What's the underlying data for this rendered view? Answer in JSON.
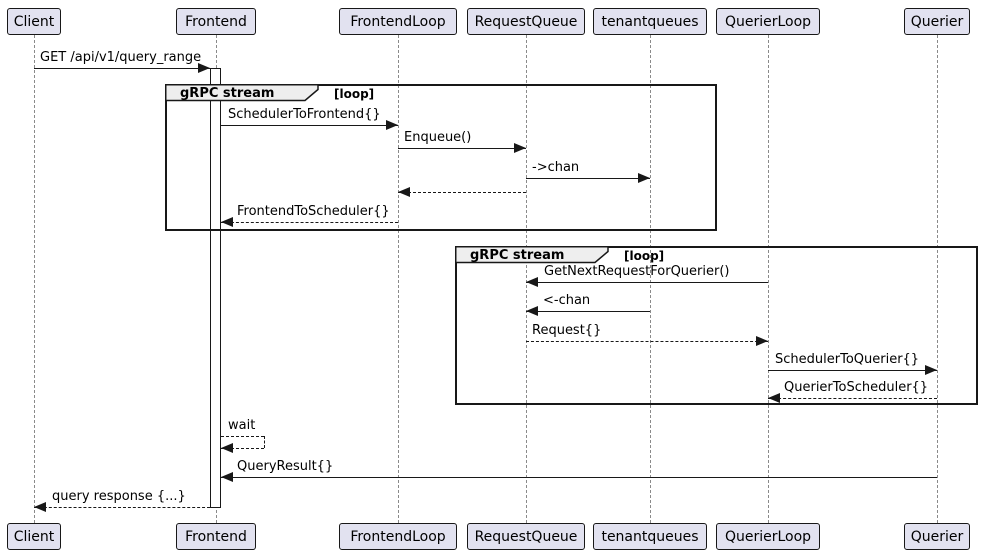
{
  "diagram": {
    "type": "sequence-diagram",
    "participants": [
      {
        "name": "Client"
      },
      {
        "name": "Frontend"
      },
      {
        "name": "FrontendLoop"
      },
      {
        "name": "RequestQueue"
      },
      {
        "name": "tenantqueues"
      },
      {
        "name": "QuerierLoop"
      },
      {
        "name": "Querier"
      }
    ],
    "fragments": [
      {
        "title": "gRPC stream",
        "tag": "[loop]"
      },
      {
        "title": "gRPC stream",
        "tag": "[loop]"
      }
    ],
    "messages": [
      {
        "label": "GET /api/v1/query_range",
        "from": "Client",
        "to": "Frontend",
        "line": "solid"
      },
      {
        "label": "SchedulerToFrontend{}",
        "from": "Frontend",
        "to": "FrontendLoop",
        "line": "solid"
      },
      {
        "label": "Enqueue()",
        "from": "FrontendLoop",
        "to": "RequestQueue",
        "line": "solid"
      },
      {
        "label": "->chan",
        "from": "RequestQueue",
        "to": "tenantqueues",
        "line": "solid"
      },
      {
        "label": "",
        "from": "RequestQueue",
        "to": "FrontendLoop",
        "line": "dashed"
      },
      {
        "label": "FrontendToScheduler{}",
        "from": "FrontendLoop",
        "to": "Frontend",
        "line": "dashed"
      },
      {
        "label": "GetNextRequestForQuerier()",
        "from": "QuerierLoop",
        "to": "RequestQueue",
        "line": "solid"
      },
      {
        "label": "<-chan",
        "from": "tenantqueues",
        "to": "RequestQueue",
        "line": "solid"
      },
      {
        "label": "Request{}",
        "from": "RequestQueue",
        "to": "QuerierLoop",
        "line": "dashed"
      },
      {
        "label": "SchedulerToQuerier{}",
        "from": "QuerierLoop",
        "to": "Querier",
        "line": "solid"
      },
      {
        "label": "QuerierToScheduler{}",
        "from": "Querier",
        "to": "QuerierLoop",
        "line": "dashed"
      },
      {
        "label": "wait",
        "from": "Frontend",
        "to": "Frontend",
        "line": "dashed"
      },
      {
        "label": "QueryResult{}",
        "from": "Querier",
        "to": "Frontend",
        "line": "solid"
      },
      {
        "label": "query response {...}",
        "from": "Frontend",
        "to": "Client",
        "line": "dashed"
      }
    ],
    "colors": {
      "participant_fill": "#E2E2F0",
      "border": "#181818",
      "fragment_header_fill": "#EEEEEE",
      "lifeline": "#8A8A8A",
      "background": "#FFFFFF"
    }
  }
}
